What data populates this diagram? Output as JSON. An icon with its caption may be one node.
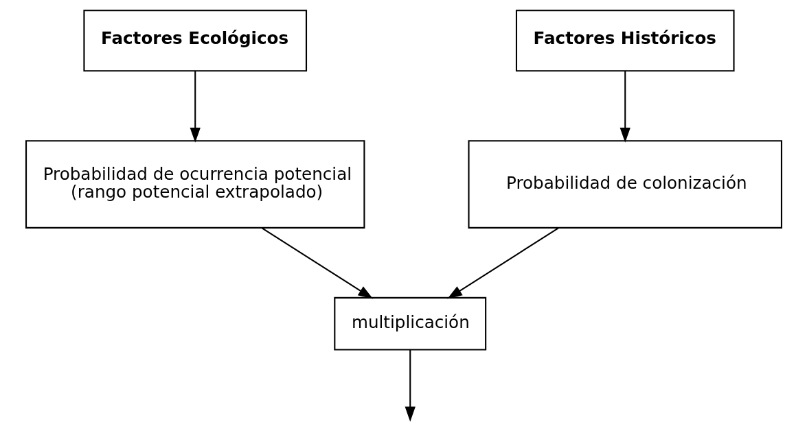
{
  "diagram": {
    "nodes": [
      {
        "text": [
          "Factores Ecológicos"
        ]
      },
      {
        "text": [
          "Factores Históricos"
        ]
      },
      {
        "text": [
          "Probabilidad de ocurrencia potencial (rango potencial extrapolado)"
        ]
      },
      {
        "text": [
          "Probabilidad de colonización"
        ]
      },
      {
        "text": [
          "multiplicación"
        ]
      }
    ],
    "edges": [
      {
        "from": 0,
        "to": 2,
        "arrow": "to"
      },
      {
        "from": 1,
        "to": 3,
        "arrow": "to"
      },
      {
        "from": 2,
        "to": 4,
        "arrow": "to"
      },
      {
        "from": 3,
        "to": 4,
        "arrow": "to"
      },
      {
        "from": 4,
        "to": null,
        "arrow": "to"
      }
    ]
  }
}
